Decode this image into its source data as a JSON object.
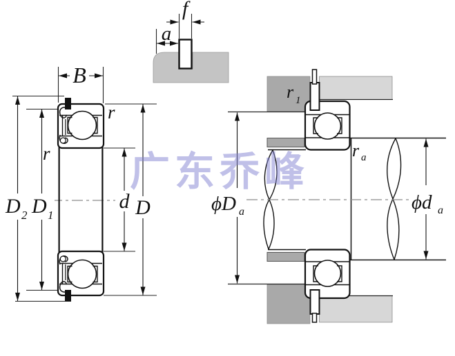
{
  "figure": {
    "type": "engineering-drawing",
    "subject": "deep groove ball bearing with snap ring, sectional view and mounted arrangement"
  },
  "watermark": {
    "text": "广东乔峰",
    "color": "rgba(130,130,210,0.50)"
  },
  "left_figure": {
    "name": "bearing-cross-section-view",
    "labels": {
      "B": "B",
      "r_top": "r",
      "r_left": "r",
      "d": "d",
      "D": "D",
      "D1": {
        "main": "D",
        "sub": "1"
      },
      "D2": {
        "main": "D",
        "sub": "2"
      }
    }
  },
  "detail_figure": {
    "name": "snap-ring-groove-detail",
    "labels": {
      "f": "f",
      "a": "a"
    }
  },
  "right_figure": {
    "name": "mounted-arrangement-view",
    "labels": {
      "r1": {
        "main": "r",
        "sub": "1"
      },
      "ra": {
        "main": "r",
        "sub": "a"
      },
      "phi_Da": {
        "main": "ϕD",
        "sub": "a"
      },
      "phi_da": {
        "main": "ϕd",
        "sub": "a"
      }
    }
  },
  "colors": {
    "housing_dark": "#a9a9a9",
    "housing_light": "#d7d7d7",
    "spacer_gray": "#a9a9a9",
    "detail_block": "#c4c4c4",
    "line": "#111111",
    "centerline": "#8a8a8a"
  }
}
